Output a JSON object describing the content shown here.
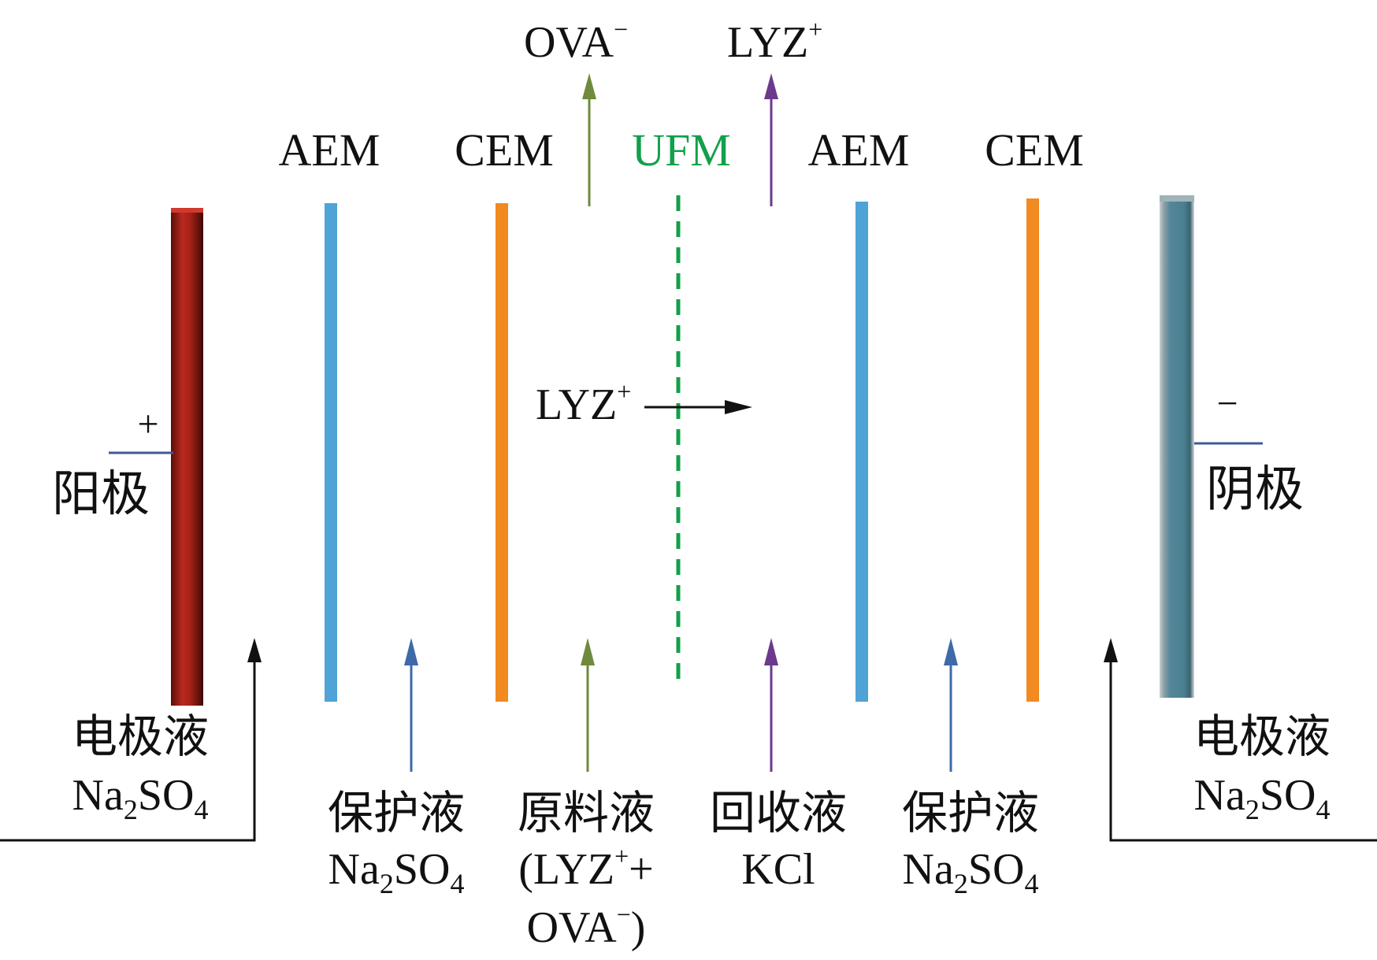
{
  "top_outputs": {
    "ova": {
      "label": "OVA",
      "charge": "−"
    },
    "lyz": {
      "label": "LYZ",
      "charge": "+"
    }
  },
  "membrane_labels": {
    "aem_left": "AEM",
    "cem_left": "CEM",
    "ufm": "UFM",
    "aem_right": "AEM",
    "cem_right": "CEM"
  },
  "electrodes": {
    "anode": {
      "sign": "+",
      "label": "阳极"
    },
    "cathode": {
      "sign": "−",
      "label": "阴极"
    }
  },
  "migration": {
    "label": "LYZ",
    "charge": "+"
  },
  "solutions": {
    "electrode_left": {
      "name": "电极液",
      "formula_a": "Na",
      "sub_a": "2",
      "formula_b": "SO",
      "sub_b": "4"
    },
    "protect_left": {
      "name": "保护液",
      "formula_a": "Na",
      "sub_a": "2",
      "formula_b": "SO",
      "sub_b": "4"
    },
    "feed": {
      "name": "原料液",
      "line1_open": "(LYZ",
      "line1_sup": "+",
      "line1_tail": "+",
      "line2_main": "OVA",
      "line2_sup": "−",
      "line2_close": ")"
    },
    "recovery": {
      "name": "回收液",
      "formula": "KCl"
    },
    "protect_right": {
      "name": "保护液",
      "formula_a": "Na",
      "sub_a": "2",
      "formula_b": "SO",
      "sub_b": "4"
    },
    "electrode_right": {
      "name": "电极液",
      "formula_a": "Na",
      "sub_a": "2",
      "formula_b": "SO",
      "sub_b": "4"
    }
  },
  "colors": {
    "anode": "#9e1c14",
    "cathode": "#4f8594",
    "aem": "#4fa3d6",
    "cem": "#f28a22",
    "ufm": "#12a04a",
    "ova_arrow": "#6f8a3c",
    "lyz_arrow": "#6b3a8c",
    "protect_arrow": "#3e6aa8",
    "black": "#111111"
  }
}
